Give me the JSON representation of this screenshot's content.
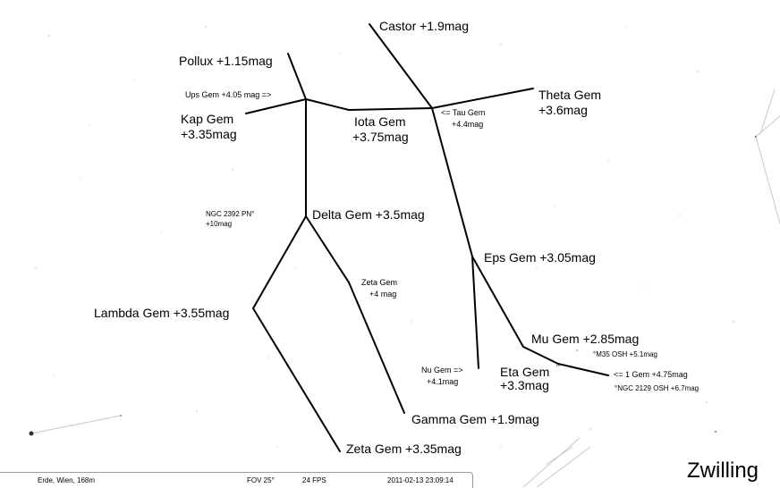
{
  "title": "Zwilling",
  "labels": {
    "castor": "Castor +1.9mag",
    "pollux": "Pollux +1.15mag",
    "ups_gem": "Ups Gem +4.05 mag =>",
    "kap_gem_name": "Kap Gem",
    "kap_gem_mag": "+3.35mag",
    "iota_gem_name": "Iota Gem",
    "iota_gem_mag": "+3.75mag",
    "tau_gem_name": "<= Tau Gem",
    "tau_gem_mag": "+4.4mag",
    "theta_gem_name": "Theta Gem",
    "theta_gem_mag": "+3.6mag",
    "ngc2392_name": "NGC 2392 PN°",
    "ngc2392_mag": "+10mag",
    "delta_gem": "Delta Gem +3.5mag",
    "eps_gem": "Eps Gem +3.05mag",
    "zeta_gem_small_name": "Zeta Gem",
    "zeta_gem_small_mag": "+4 mag",
    "lambda_gem": "Lambda Gem +3.55mag",
    "mu_gem": "Mu Gem +2.85mag",
    "m35": "°M35 OSH +5.1mag",
    "nu_gem_name": "Nu Gem =>",
    "nu_gem_mag": "+4.1mag",
    "eta_gem_name": "Eta Gem",
    "eta_gem_mag": "+3.3mag",
    "one_gem": "<= 1 Gem +4.75mag",
    "ngc2129": "°NGC 2129 OSH +6.7mag",
    "gamma_gem": "Gamma Gem +1.9mag",
    "zeta_gem": "Zeta Gem +3.35mag"
  },
  "status": {
    "location": "Erde, Wien, 168m",
    "fov": "FOV 25°",
    "fps": "24 FPS",
    "datetime": "2011-02-13   23:09:14"
  }
}
